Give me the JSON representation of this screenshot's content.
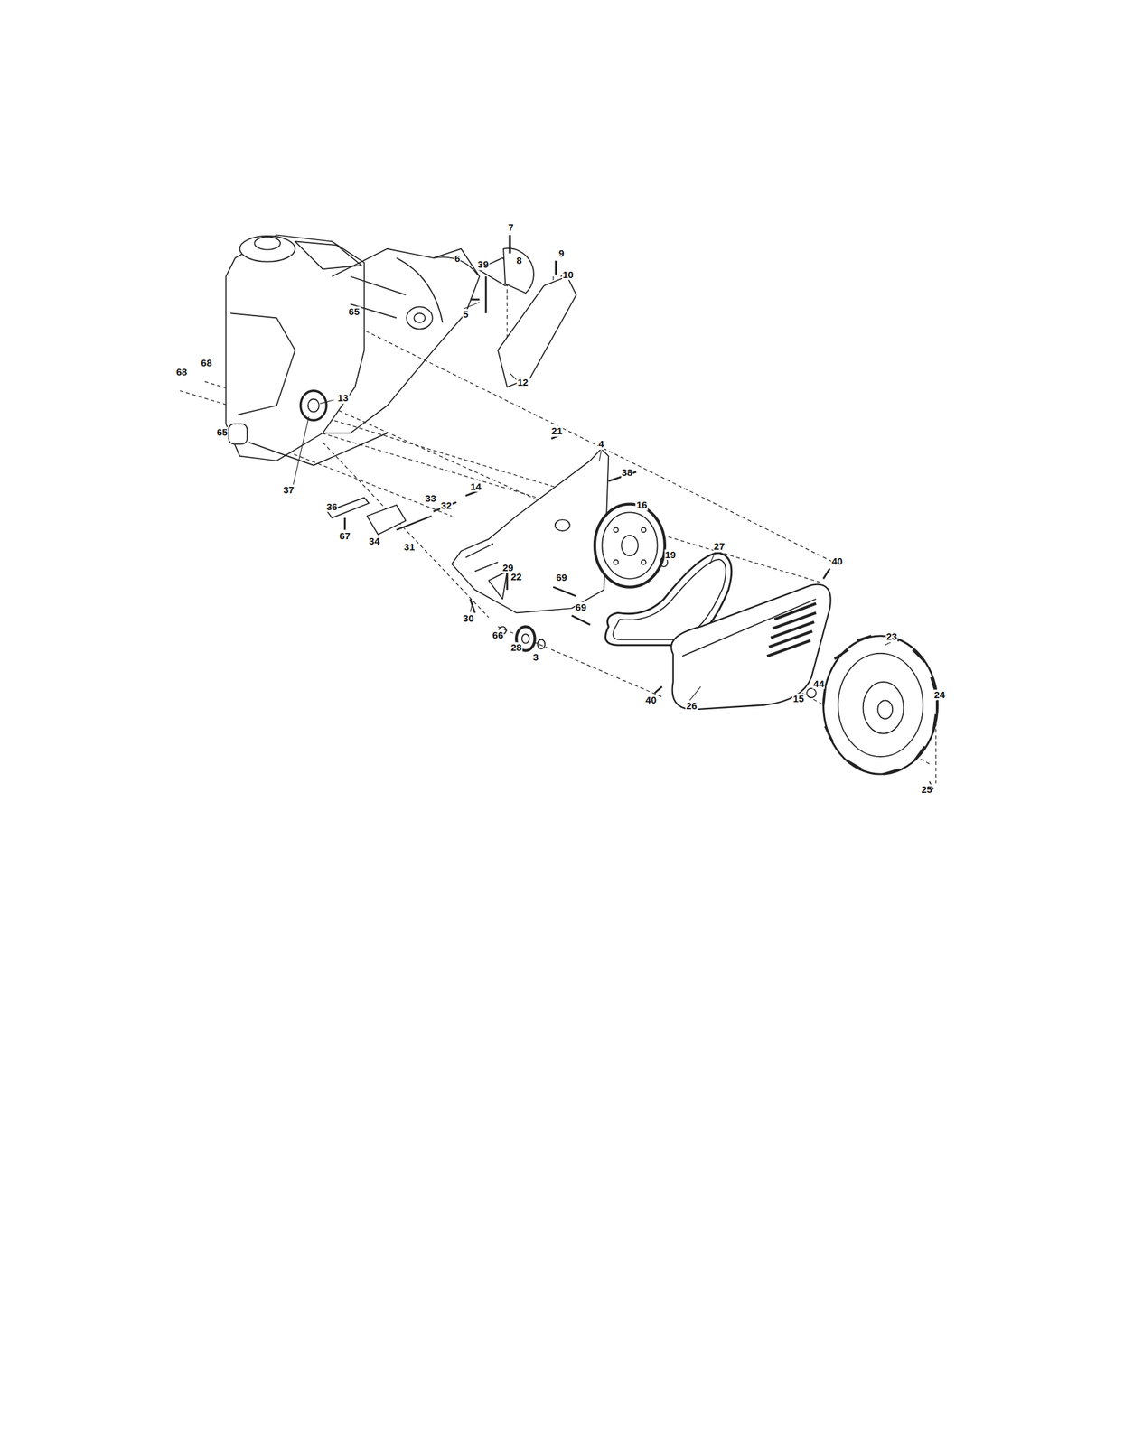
{
  "diagram": {
    "labels": [
      "7",
      "6",
      "39",
      "8",
      "9",
      "10",
      "5",
      "12",
      "65",
      "68",
      "68",
      "13",
      "65",
      "37",
      "21",
      "4",
      "38",
      "14",
      "36",
      "33",
      "32",
      "67",
      "34",
      "31",
      "16",
      "19",
      "27",
      "29",
      "22",
      "69",
      "30",
      "69",
      "66",
      "28",
      "3",
      "40",
      "40",
      "26",
      "23",
      "44",
      "15",
      "24",
      "25"
    ]
  }
}
